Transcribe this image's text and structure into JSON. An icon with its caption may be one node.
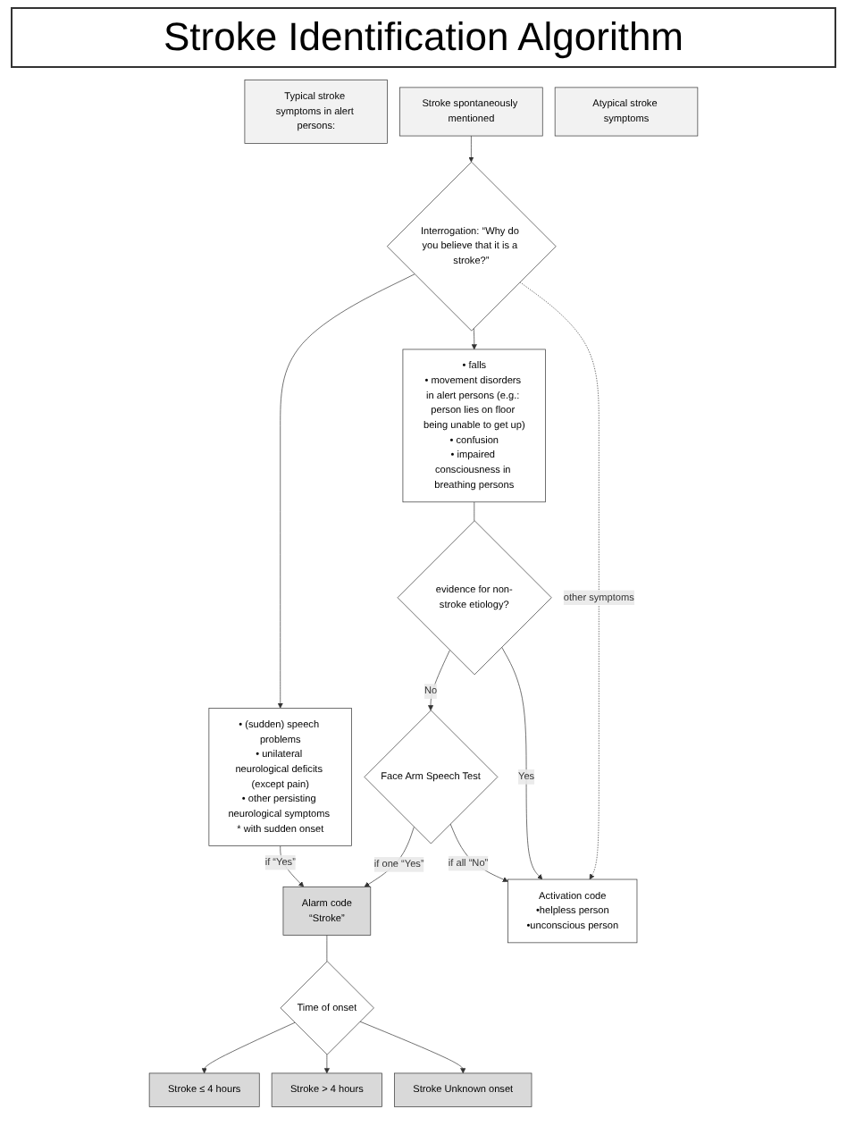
{
  "diagram": {
    "title": "Stroke Identification Algorithm",
    "nodes": [
      {
        "text": [
          "Typical stroke symptoms in alert persons:"
        ]
      },
      {
        "text": [
          "Stroke spontaneously mentioned"
        ]
      },
      {
        "text": [
          "Atypical stroke symptoms"
        ]
      },
      {
        "text": [
          "• (sudden) speech problems",
          "• unilateral neurological deficits (except pain)",
          "• other persisting neurological symptoms * with sudden onset"
        ]
      },
      {
        "text": [
          "Interrogation: “Why do you believe that it is a stroke?”"
        ]
      },
      {
        "text": [
          "• falls",
          "• movement disorders in alert persons (e.g.: person lies on floor being unable to get up)",
          "• confusion",
          "• impaired consciousness in breathing persons"
        ]
      },
      {
        "text": [
          "evidence for non-stroke etiology?"
        ]
      },
      {
        "text": [
          "Face Arm Speech Test"
        ]
      },
      {
        "text": [
          "Alarm code",
          "“Stroke”"
        ]
      },
      {
        "text": [
          "Activation code",
          "•helpless person",
          "•unconscious person"
        ]
      },
      {
        "text": [
          "Time of onset"
        ]
      },
      {
        "text": [
          "Stroke ≤ 4 hours"
        ]
      },
      {
        "text": [
          "Stroke > 4 hours"
        ]
      },
      {
        "text": [
          "Stroke Unknown onset"
        ]
      }
    ],
    "edges": [
      {
        "from": 1,
        "to": 4,
        "arrow": "to"
      },
      {
        "from": 4,
        "to": 3,
        "arrow": "to"
      },
      {
        "from": 4,
        "to": 5,
        "arrow": "to"
      },
      {
        "from": 4,
        "to": 9,
        "arrow": "to",
        "label": "other symptoms",
        "style": "dashed"
      },
      {
        "from": 3,
        "to": 8,
        "arrow": "to",
        "label": "if “Yes”"
      },
      {
        "from": 5,
        "to": 6,
        "arrow": "none"
      },
      {
        "from": 6,
        "to": 7,
        "arrow": "to",
        "label": "No"
      },
      {
        "from": 6,
        "to": 9,
        "arrow": "to",
        "label": "Yes"
      },
      {
        "from": 7,
        "to": 8,
        "arrow": "to",
        "label": "if one “Yes”"
      },
      {
        "from": 7,
        "to": 9,
        "arrow": "to",
        "label": "if all “No”"
      },
      {
        "from": 8,
        "to": 10,
        "arrow": "none"
      },
      {
        "from": 10,
        "to": 11,
        "arrow": "to"
      },
      {
        "from": 10,
        "to": 12,
        "arrow": "to"
      },
      {
        "from": 10,
        "to": 13,
        "arrow": "to"
      }
    ]
  }
}
